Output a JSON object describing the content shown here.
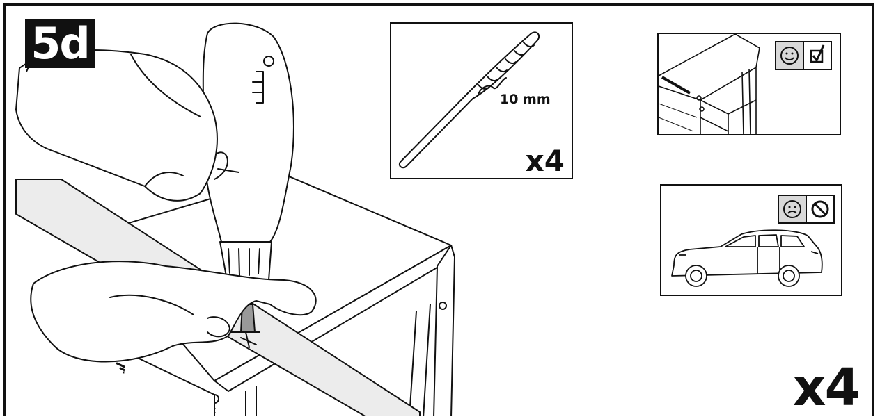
{
  "step": {
    "label": "5d"
  },
  "drill_bit": {
    "size_label": "10 mm",
    "quantity_label": "x4"
  },
  "correct_example": {
    "face_icon": "smiley-face-icon",
    "mark_icon": "checkbox-checked-icon"
  },
  "incorrect_example": {
    "face_icon": "sad-face-icon",
    "mark_icon": "prohibited-icon"
  },
  "total": {
    "quantity_label": "x4"
  },
  "colors": {
    "ink": "#111111",
    "paper": "#ffffff",
    "shade": "#d9d9d9",
    "light_shade": "#ececec"
  }
}
